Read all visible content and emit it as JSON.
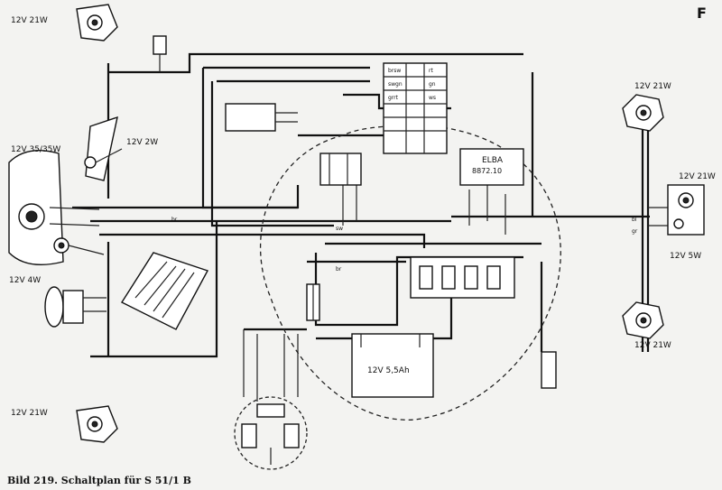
{
  "corner_letter": "F",
  "caption": "Bild 219. Schaltplan für S 51/1 B",
  "labels": {
    "lamp_top_left": "12V 21W",
    "lamp_bottom_left": "12V 21W",
    "headlight": "12V 35/35W",
    "pilot_lamp": "12V 4W",
    "tacho_lamp": "12V 2W",
    "right_top_lamp": "12V 21W",
    "right_mid_lamp": "12V 21W",
    "right_5w": "12V 5W",
    "right_bottom_lamp": "12V 21W",
    "battery": "12V 5,5Ah",
    "regulator_brand": "ELBA",
    "regulator_model": "8872.10"
  },
  "wire_colors": {
    "sw": "sw",
    "br": "br",
    "bl": "bl",
    "gn": "gn",
    "gr": "gr",
    "rt": "rt",
    "ws": "ws",
    "brsw": "brsw",
    "swgn": "swgn",
    "grrt": "grrt"
  }
}
